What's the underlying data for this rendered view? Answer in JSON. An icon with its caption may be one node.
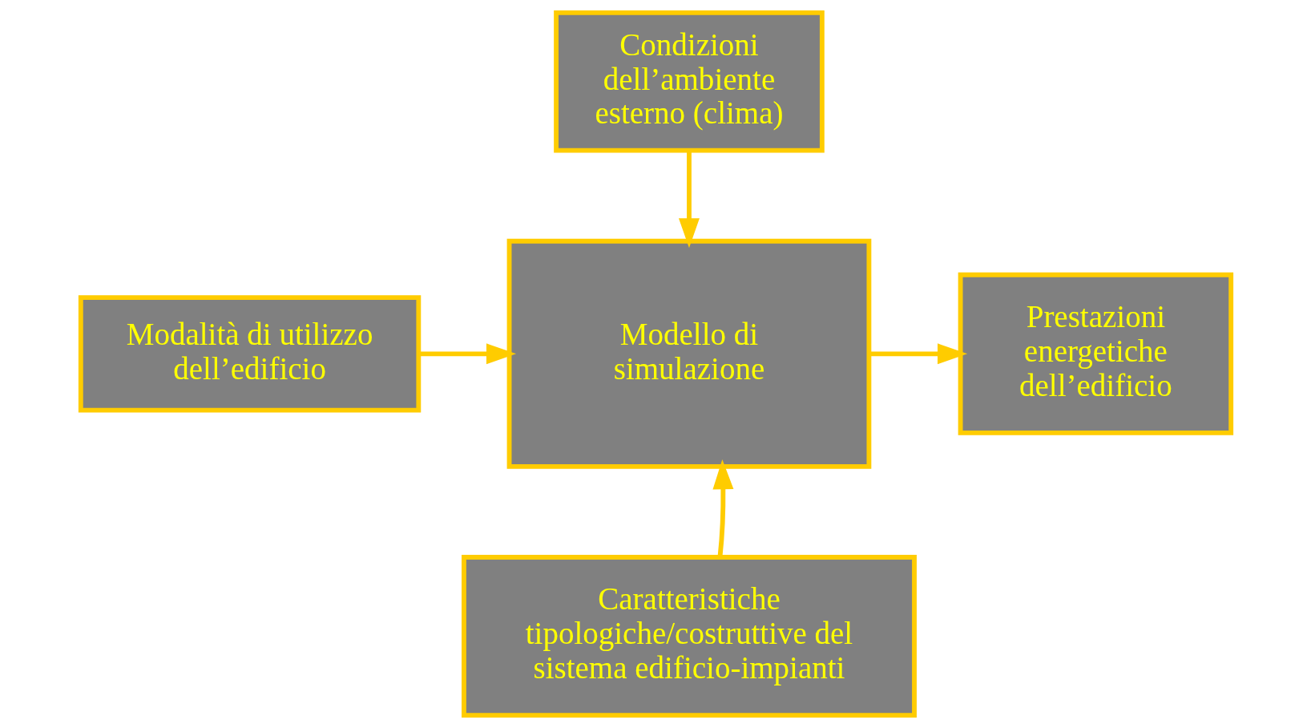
{
  "diagram": {
    "nodes": [
      {
        "text": [
          "Condizioni dell’ambiente esterno (clima)"
        ]
      },
      {
        "text": [
          "Modalità di utilizzo dell’edificio"
        ]
      },
      {
        "text": [
          "Modello di simulazione"
        ]
      },
      {
        "text": [
          "Prestazioni energetiche dell’edificio"
        ]
      },
      {
        "text": [
          "Caratteristiche tipologiche/costruttive del sistema edificio-impianti"
        ]
      }
    ],
    "edges": [
      {
        "from": 0,
        "to": 2,
        "arrow": "to"
      },
      {
        "from": 1,
        "to": 2,
        "arrow": "to"
      },
      {
        "from": 2,
        "to": 3,
        "arrow": "to"
      },
      {
        "from": 4,
        "to": 2,
        "arrow": "to"
      }
    ]
  }
}
